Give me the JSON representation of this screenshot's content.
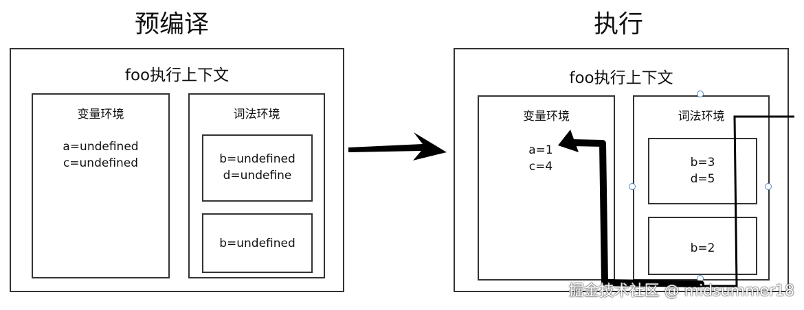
{
  "left": {
    "heading": "预编译",
    "context_title": "foo执行上下文",
    "variable_env": {
      "title": "变量环境",
      "values": [
        "a=undefined",
        "c=undefined"
      ]
    },
    "lexical_env": {
      "title": "词法环境",
      "block1": [
        "b=undefined",
        "d=undefine"
      ],
      "block2": [
        "b=undefined"
      ]
    }
  },
  "right": {
    "heading": "执行",
    "context_title": "foo执行上下文",
    "variable_env": {
      "title": "变量环境",
      "values": [
        "a=1",
        "c=4"
      ]
    },
    "lexical_env": {
      "title": "词法环境",
      "block1": [
        "b=3",
        "d=5"
      ],
      "block2": [
        "b=2"
      ]
    }
  },
  "watermark": "掘金技术社区 @ midsummer18",
  "colors": {
    "border": "#333333",
    "handle": "#4f86c6",
    "stroke": "#000000"
  }
}
